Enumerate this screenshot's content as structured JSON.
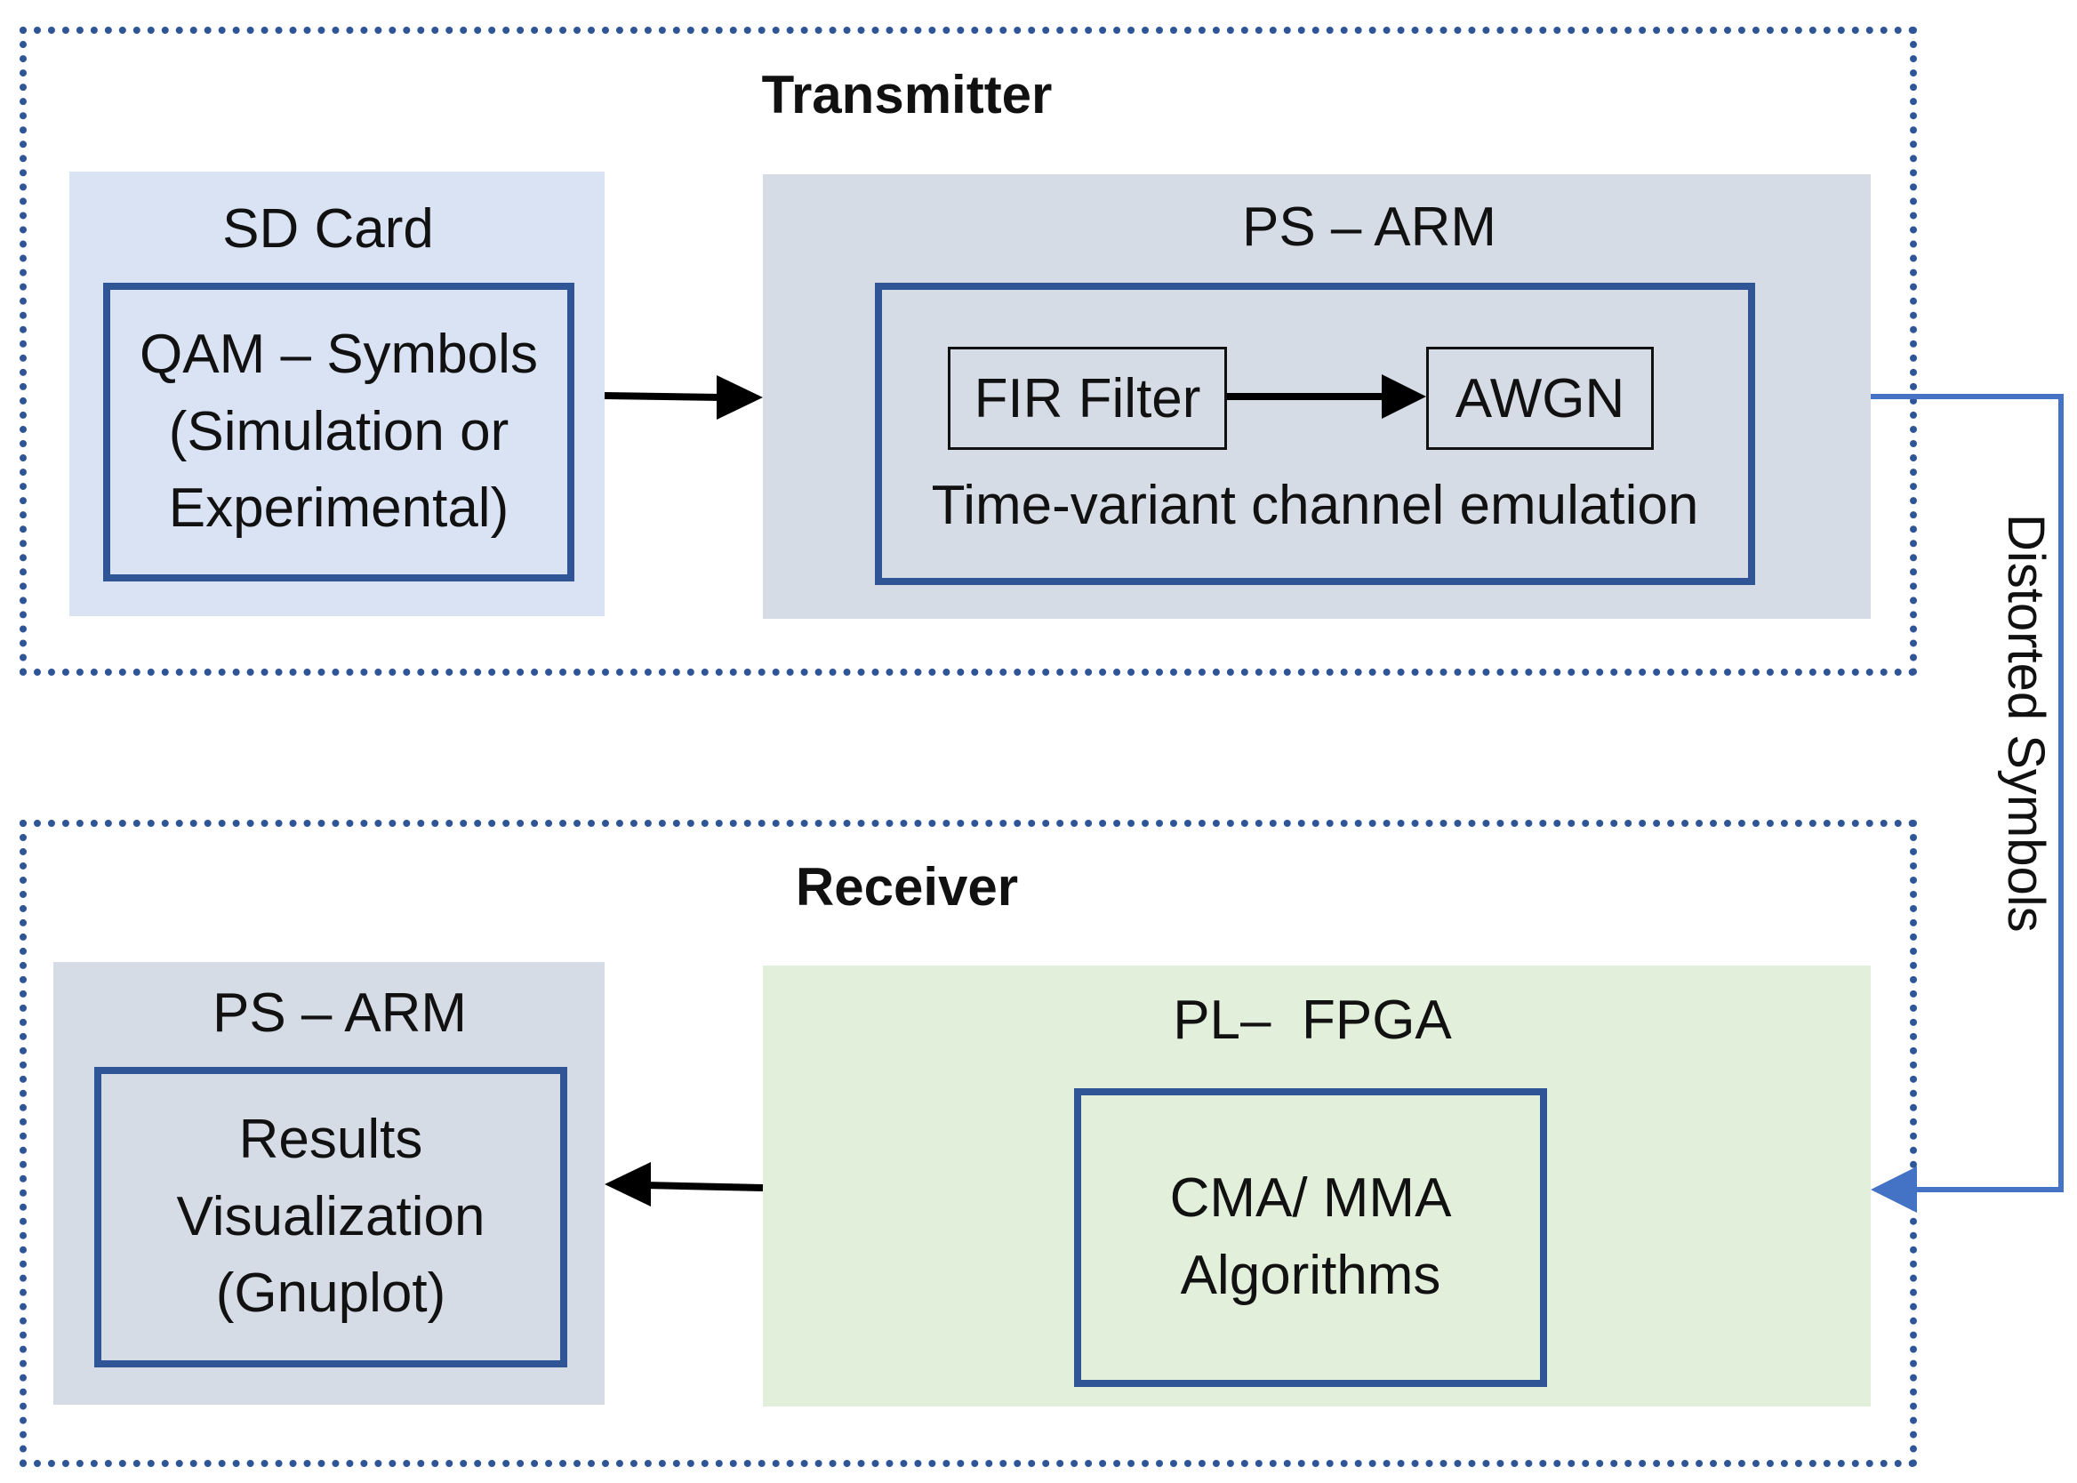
{
  "transmitter": {
    "title": "Transmitter",
    "sd_card": {
      "title": "SD Card",
      "box_lines": [
        "QAM – Symbols",
        "(Simulation or",
        "Experimental)"
      ]
    },
    "ps_arm": {
      "title": "PS – ARM",
      "fir_filter": "FIR Filter",
      "awgn": "AWGN",
      "caption": "Time-variant channel emulation"
    }
  },
  "link": {
    "label": "Distorted Symbols"
  },
  "receiver": {
    "title": "Receiver",
    "ps_arm": {
      "title": "PS – ARM",
      "box_lines": [
        "Results",
        "Visualization",
        "(Gnuplot)"
      ]
    },
    "pl_fpga": {
      "title": "PL–  FPGA",
      "box_lines": [
        "CMA/ MMA",
        "Algorithms"
      ]
    }
  },
  "colors": {
    "frame_blue": "#2f5597",
    "link_blue": "#4472c4",
    "sd_card_bg": "#dae3f3",
    "arm_bg": "#d6dce5",
    "fpga_bg": "#e2efda"
  }
}
